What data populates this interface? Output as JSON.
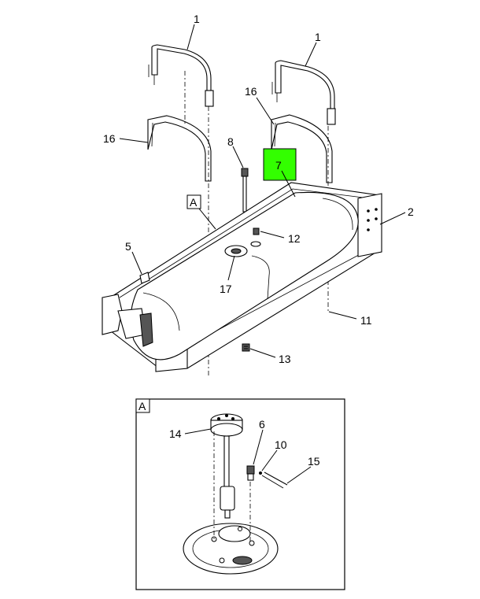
{
  "callouts": {
    "c1a": "1",
    "c1b": "1",
    "c16a": "16",
    "c16b": "16",
    "c8": "8",
    "c7": "7",
    "c2": "2",
    "c12": "12",
    "c5": "5",
    "c17": "17",
    "c11": "11",
    "c13": "13",
    "c14": "14",
    "c6": "6",
    "c10": "10",
    "c15": "15"
  },
  "view_labels": {
    "main_ref": "A",
    "detail": "A"
  },
  "colors": {
    "highlight": "#33ff00"
  }
}
